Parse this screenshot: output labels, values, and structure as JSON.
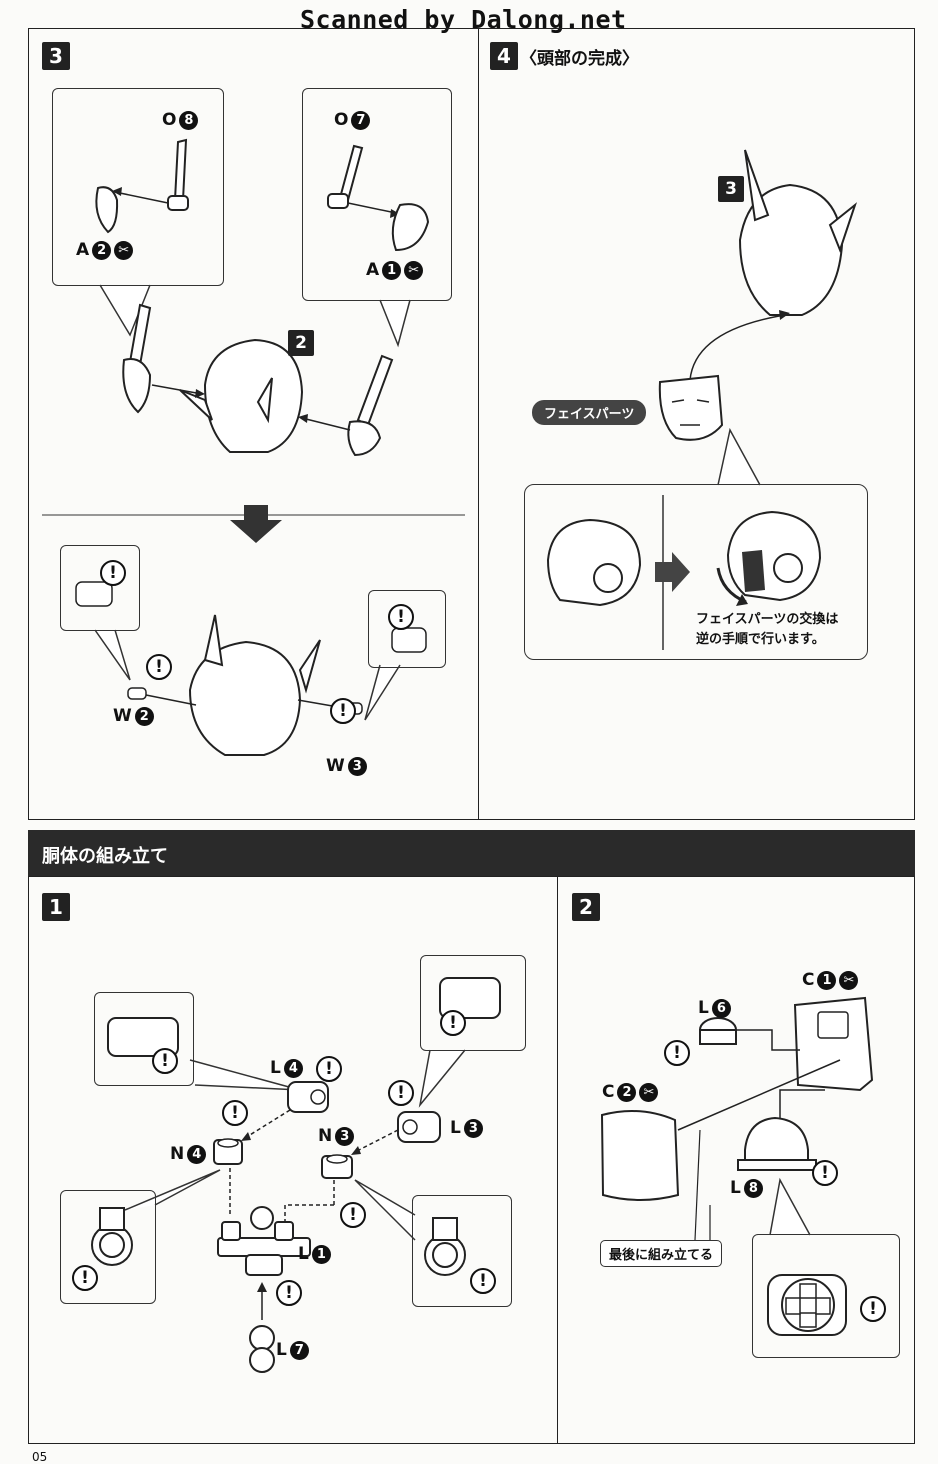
{
  "watermark": "Scanned by Dalong.net",
  "page_number": "05",
  "head": {
    "step3": {
      "step": "3",
      "sub_step": "2",
      "parts": {
        "o8": {
          "letter": "O",
          "num": "8"
        },
        "o7": {
          "letter": "O",
          "num": "7"
        },
        "a2": {
          "letter": "A",
          "num": "2"
        },
        "a1": {
          "letter": "A",
          "num": "1"
        },
        "w2": {
          "letter": "W",
          "num": "2"
        },
        "w3": {
          "letter": "W",
          "num": "3"
        }
      }
    },
    "step4": {
      "step": "4",
      "title": "〈頭部の完成〉",
      "ref_step": "3",
      "face_parts_label": "フェイスパーツ",
      "note_line1": "フェイスパーツの交換は",
      "note_line2": "逆の手順で行います。"
    }
  },
  "torso": {
    "section_title": "胴体の組み立て",
    "step1": {
      "step": "1",
      "parts": {
        "l4": {
          "letter": "L",
          "num": "4"
        },
        "l3": {
          "letter": "L",
          "num": "3"
        },
        "n4": {
          "letter": "N",
          "num": "4"
        },
        "n3": {
          "letter": "N",
          "num": "3"
        },
        "l1": {
          "letter": "L",
          "num": "1"
        },
        "l7": {
          "letter": "L",
          "num": "7"
        }
      }
    },
    "step2": {
      "step": "2",
      "parts": {
        "c1": {
          "letter": "C",
          "num": "1"
        },
        "l6": {
          "letter": "L",
          "num": "6"
        },
        "c2": {
          "letter": "C",
          "num": "2"
        },
        "l8": {
          "letter": "L",
          "num": "8"
        }
      },
      "assemble_last": "最後に組み立てる"
    }
  },
  "icons": {
    "warning": "!",
    "cut": "gate-cut-icon"
  }
}
